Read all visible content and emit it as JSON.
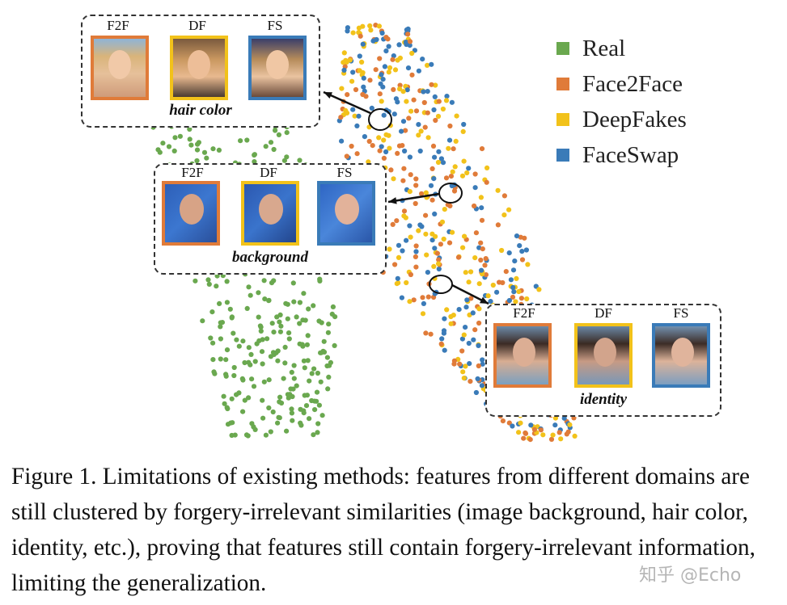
{
  "figure": {
    "legend": [
      {
        "label": "Real",
        "color": "#6aa84f"
      },
      {
        "label": "Face2Face",
        "color": "#e07b39"
      },
      {
        "label": "DeepFakes",
        "color": "#f2c21a"
      },
      {
        "label": "FaceSwap",
        "color": "#3a7bb8"
      }
    ],
    "panels": [
      {
        "caption": "hair color",
        "faces": [
          {
            "label": "F2F",
            "kind": "f2f"
          },
          {
            "label": "DF",
            "kind": "df"
          },
          {
            "label": "FS",
            "kind": "fs"
          }
        ]
      },
      {
        "caption": "background",
        "faces": [
          {
            "label": "F2F",
            "kind": "f2f"
          },
          {
            "label": "DF",
            "kind": "df"
          },
          {
            "label": "FS",
            "kind": "fs"
          }
        ]
      },
      {
        "caption": "identity",
        "faces": [
          {
            "label": "F2F",
            "kind": "f2f"
          },
          {
            "label": "DF",
            "kind": "df"
          },
          {
            "label": "FS",
            "kind": "fs"
          }
        ]
      }
    ]
  },
  "caption": "Figure 1. Limitations of existing methods: features from different domains are still clustered by forgery-irrelevant similarities (image background, hair color, identity, etc.), proving that features still contain forgery-irrelevant information, limiting the generalization.",
  "watermark": "知乎 @Echo"
}
